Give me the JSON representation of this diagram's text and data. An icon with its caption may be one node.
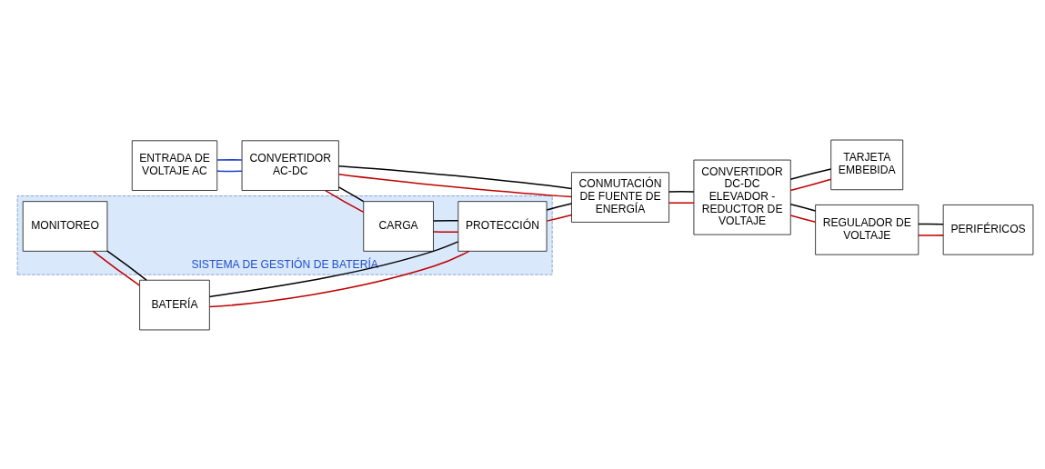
{
  "diagram": {
    "nodes": [
      {
        "text": [
          "ENTRADA DE VOLTAJE AC"
        ]
      },
      {
        "text": [
          "CONVERTIDOR AC-DC"
        ]
      },
      {
        "text": [
          "CONMUTACIÓN DE FUENTE DE ENERGÍA"
        ]
      },
      {
        "text": [
          "CONVERTIDOR DC-DC ELEVADOR - REDUCTOR DE VOLTAJE"
        ]
      },
      {
        "text": [
          "TARJETA EMBEBIDA"
        ]
      },
      {
        "text": [
          "SISTEMA DE GESTIÓN DE BATERÍA"
        ]
      },
      {
        "text": [
          "MONITOREO"
        ],
        "in": 5
      },
      {
        "text": [
          "CARGA"
        ],
        "in": 5
      },
      {
        "text": [
          "BATERÍA"
        ]
      },
      {
        "text": [
          "PROTECCIÓN"
        ],
        "in": 5
      },
      {
        "text": [
          "REGULADOR DE VOLTAJE"
        ]
      },
      {
        "text": [
          "PERIFÉRICOS"
        ]
      }
    ],
    "edges": [
      {
        "from": 0,
        "to": 1,
        "arrow": "none",
        "color": "#1f3fcc"
      },
      {
        "from": 0,
        "to": 1,
        "arrow": "none",
        "color": "#1f3fcc"
      },
      {
        "from": 1,
        "to": 2,
        "arrow": "none",
        "color": "#c00000"
      },
      {
        "from": 1,
        "to": 2,
        "arrow": "none",
        "color": "#000000"
      },
      {
        "from": 1,
        "to": 7,
        "arrow": "none",
        "color": "#c00000"
      },
      {
        "from": 1,
        "to": 7,
        "arrow": "none",
        "color": "#000000"
      },
      {
        "from": 2,
        "to": 3,
        "arrow": "none",
        "color": "#c00000"
      },
      {
        "from": 2,
        "to": 3,
        "arrow": "none",
        "color": "#000000"
      },
      {
        "from": 3,
        "to": 4,
        "arrow": "none",
        "color": "#c00000"
      },
      {
        "from": 3,
        "to": 4,
        "arrow": "none",
        "color": "#000000"
      },
      {
        "from": 3,
        "to": 10,
        "arrow": "none",
        "color": "#c00000"
      },
      {
        "from": 3,
        "to": 10,
        "arrow": "none",
        "color": "#000000"
      },
      {
        "from": 10,
        "to": 11,
        "arrow": "none",
        "color": "#c00000"
      },
      {
        "from": 10,
        "to": 11,
        "arrow": "none",
        "color": "#000000"
      },
      {
        "from": 7,
        "to": 9,
        "arrow": "none",
        "color": "#c00000"
      },
      {
        "from": 7,
        "to": 9,
        "arrow": "none",
        "color": "#000000"
      },
      {
        "from": 6,
        "to": 8,
        "arrow": "none",
        "color": "#c00000"
      },
      {
        "from": 6,
        "to": 8,
        "arrow": "none",
        "color": "#000000"
      },
      {
        "from": 8,
        "to": 9,
        "arrow": "none",
        "color": "#c00000"
      },
      {
        "from": 8,
        "to": 9,
        "arrow": "none",
        "color": "#000000"
      },
      {
        "from": 9,
        "to": 2,
        "arrow": "none",
        "color": "#c00000"
      },
      {
        "from": 9,
        "to": 2,
        "arrow": "none",
        "color": "#000000"
      }
    ]
  }
}
